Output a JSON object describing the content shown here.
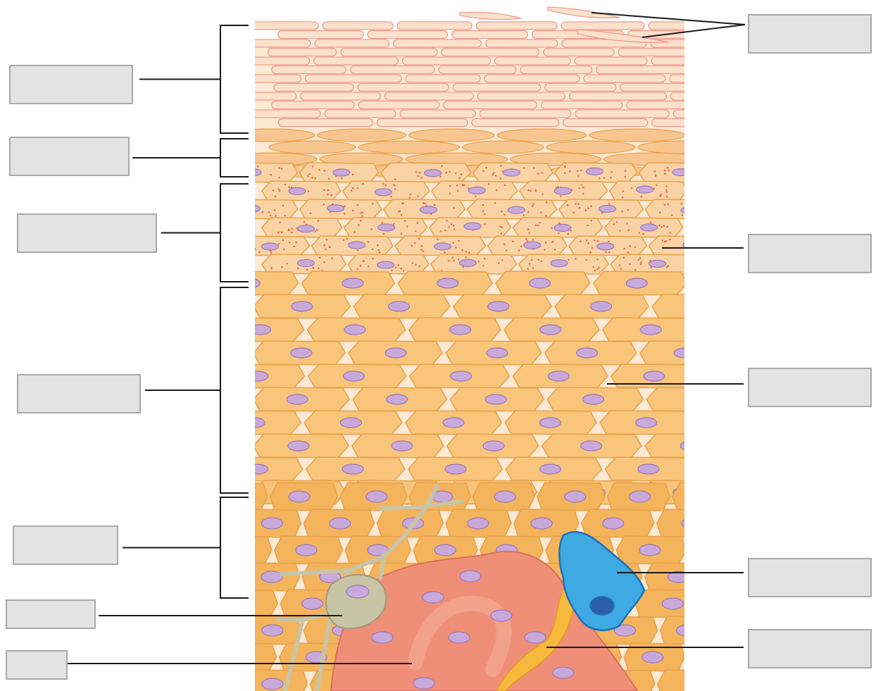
{
  "diagram": {
    "colors": {
      "background": "#ffffff",
      "label_fill": "#e3e3e3",
      "label_border": "#a9a9a9",
      "leader_line": "#1a1a1a",
      "corneum_fill": "#fbe1cc",
      "corneum_stroke": "#ef9a8c",
      "lucidum_fill": "#f7c690",
      "granulosum_fill": "#f9d3a4",
      "granule_dot": "#ea6a4c",
      "spinosum_fill": "#f8c57b",
      "cell_stroke": "#e8a24a",
      "intercellular": "#fde9d4",
      "nucleus_fill": "#c9a9d9",
      "nucleus_stroke": "#9a77b5",
      "basale_fill": "#f4b45c",
      "dermis_fill": "#ef8f78",
      "dermis_highlight": "#f4a892",
      "melanocyte_fill": "#3fa9e3",
      "melanocyte_dark": "#1f6fb8",
      "nerve_fill": "#f6b93b",
      "dendritic_fill": "#c8c4a6"
    },
    "labels": [
      {
        "id": "dead-keratinocytes",
        "text": ""
      },
      {
        "id": "stratum-corneum",
        "text": ""
      },
      {
        "id": "stratum-lucidum",
        "text": ""
      },
      {
        "id": "stratum-granulosum",
        "text": ""
      },
      {
        "id": "lamellar-granules",
        "text": ""
      },
      {
        "id": "stratum-spinosum",
        "text": ""
      },
      {
        "id": "keratinocyte",
        "text": ""
      },
      {
        "id": "stratum-basale",
        "text": ""
      },
      {
        "id": "melanocyte",
        "text": ""
      },
      {
        "id": "dendritic-cell",
        "text": ""
      },
      {
        "id": "dermis",
        "text": ""
      },
      {
        "id": "merkel-cell-nerve",
        "text": ""
      }
    ]
  }
}
